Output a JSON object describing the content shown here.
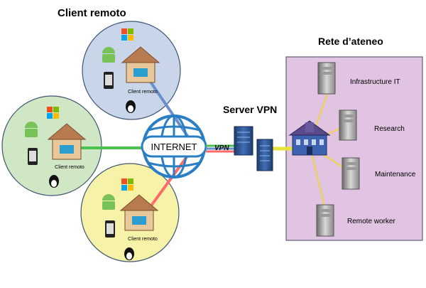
{
  "titles": {
    "client_group": "Client remoto",
    "campus_network": "Rete d’ateneo",
    "vpn_server": "Server VPN"
  },
  "internet": {
    "label": "INTERNET",
    "tunnel_label": "VPN"
  },
  "clients": [
    {
      "label": "Client remoto",
      "color": "#c9d6ea",
      "link_color": "#6a8fcc"
    },
    {
      "label": "Client remoto",
      "color": "#cfe7c4",
      "link_color": "#4ec04e"
    },
    {
      "label": "Client remoto",
      "color": "#f6f3a8",
      "link_color": "#ff6a6a"
    }
  ],
  "servers": [
    {
      "label": "Infrastructure IT"
    },
    {
      "label": "Research"
    },
    {
      "label": "Maintenance"
    },
    {
      "label": "Remote worker"
    }
  ],
  "colors": {
    "campus_fill": "#e1c4e1",
    "campus_border": "#5e5e7a",
    "globe": "#2a7fc4",
    "server_links": "#f0d24a",
    "vpn_link": "#e8e23a"
  },
  "icons": {
    "client_icons": [
      "windows-icon",
      "android-icon",
      "apple-phone-icon",
      "linux-icon",
      "house-icon"
    ],
    "server_icon": "server-tower-icon",
    "vpn_server_icon": "vpn-server-rack-icon",
    "campus_hub_icon": "university-building-icon"
  }
}
